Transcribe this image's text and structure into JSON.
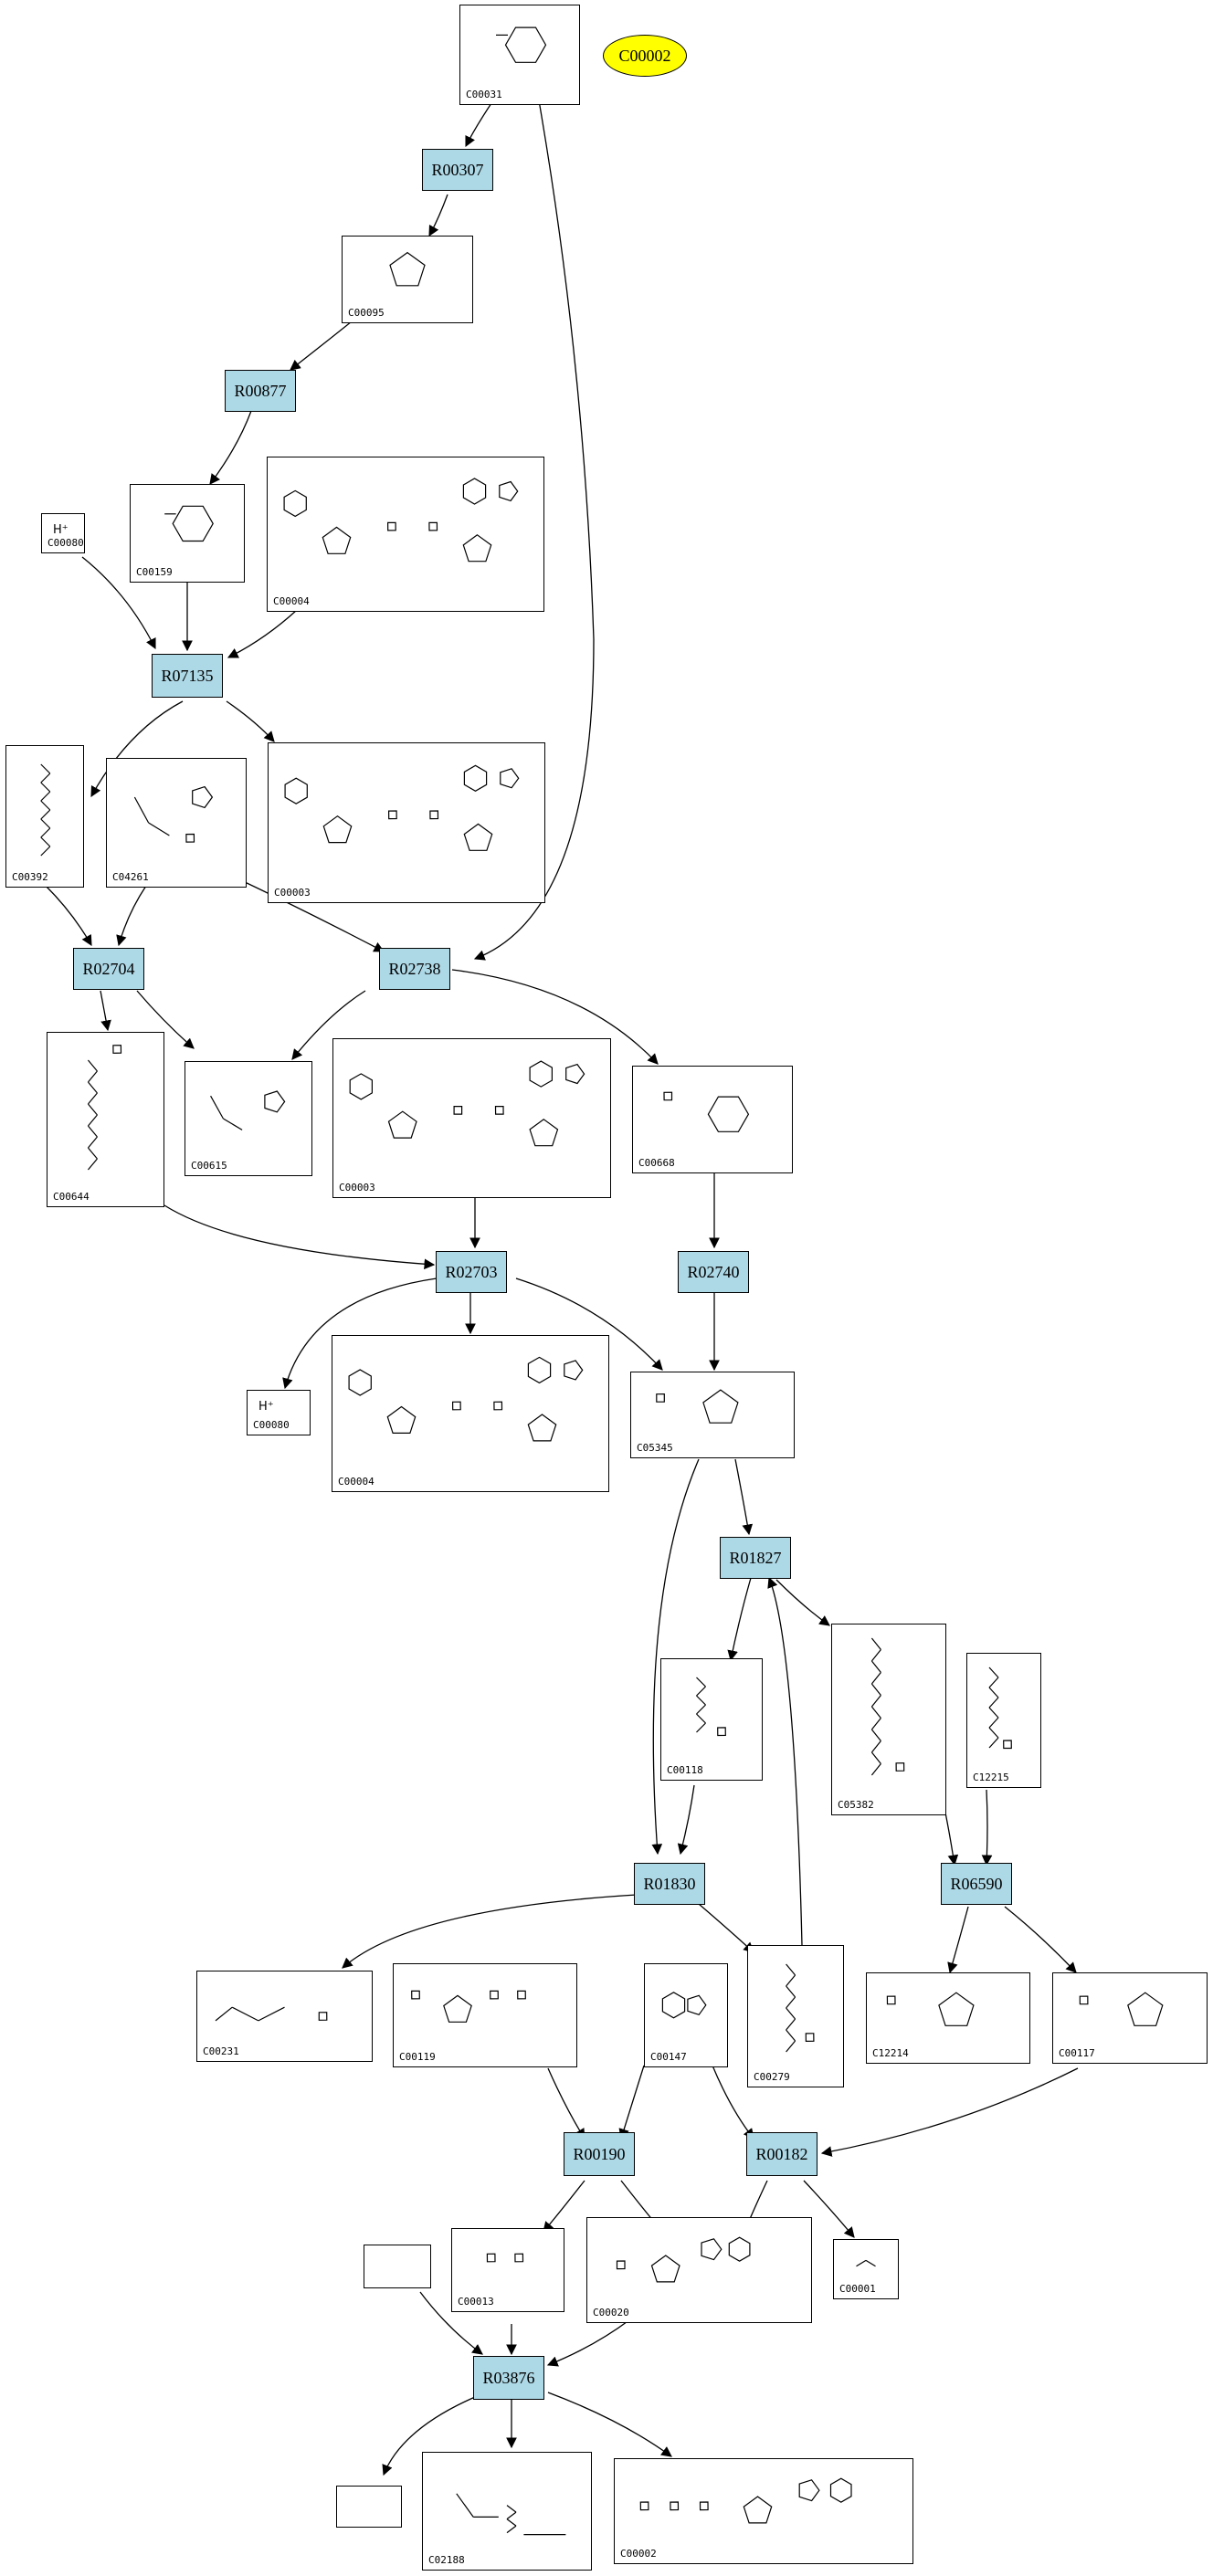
{
  "map_label": "C00002",
  "reactions": [
    {
      "key": "R00307",
      "label": "R00307"
    },
    {
      "key": "R00877",
      "label": "R00877"
    },
    {
      "key": "R07135",
      "label": "R07135"
    },
    {
      "key": "R02704",
      "label": "R02704"
    },
    {
      "key": "R02738",
      "label": "R02738"
    },
    {
      "key": "R02703",
      "label": "R02703"
    },
    {
      "key": "R02740",
      "label": "R02740"
    },
    {
      "key": "R01827",
      "label": "R01827"
    },
    {
      "key": "R01830",
      "label": "R01830"
    },
    {
      "key": "R06590",
      "label": "R06590"
    },
    {
      "key": "R00190",
      "label": "R00190"
    },
    {
      "key": "R00182",
      "label": "R00182"
    },
    {
      "key": "R03876",
      "label": "R03876"
    }
  ],
  "compounds": [
    {
      "key": "c00031",
      "id": "C00031",
      "mol": "pyranose"
    },
    {
      "key": "c00095",
      "id": "C00095",
      "mol": "furanose"
    },
    {
      "key": "c00159",
      "id": "C00159",
      "mol": "pyranose"
    },
    {
      "key": "c00080a",
      "id": "C00080",
      "mol": "proton",
      "text": "H⁺"
    },
    {
      "key": "c00004a",
      "id": "C00004",
      "mol": "nad"
    },
    {
      "key": "c00392",
      "id": "C00392",
      "mol": "mannitol"
    },
    {
      "key": "c04261",
      "id": "C04261",
      "mol": "phosphohis"
    },
    {
      "key": "c00003a",
      "id": "C00003",
      "mol": "nad"
    },
    {
      "key": "c00644",
      "id": "C00644",
      "mol": "m1p"
    },
    {
      "key": "c00615",
      "id": "C00615",
      "mol": "his"
    },
    {
      "key": "c00003b",
      "id": "C00003",
      "mol": "nad"
    },
    {
      "key": "c00668",
      "id": "C00668",
      "mol": "pyranoseP"
    },
    {
      "key": "c00080b",
      "id": "C00080",
      "mol": "proton",
      "text": "H⁺"
    },
    {
      "key": "c00004b",
      "id": "C00004",
      "mol": "nad"
    },
    {
      "key": "c05345",
      "id": "C05345",
      "mol": "furanoseP"
    },
    {
      "key": "c00118",
      "id": "C00118",
      "mol": "g3p"
    },
    {
      "key": "c05382",
      "id": "C05382",
      "mol": "s7p"
    },
    {
      "key": "c12215",
      "id": "C12215",
      "mol": "imine"
    },
    {
      "key": "c00231",
      "id": "C00231",
      "mol": "x5p"
    },
    {
      "key": "c00119",
      "id": "C00119",
      "mol": "prpp"
    },
    {
      "key": "c00147",
      "id": "C00147",
      "mol": "adenine"
    },
    {
      "key": "c00279",
      "id": "C00279",
      "mol": "e4p"
    },
    {
      "key": "c12214",
      "id": "C12214",
      "mol": "furanoseP2"
    },
    {
      "key": "c00117",
      "id": "C00117",
      "mol": "r5p"
    },
    {
      "key": "c00013",
      "id": "C00013",
      "mol": "ppi"
    },
    {
      "key": "c00020",
      "id": "C00020",
      "mol": "amp"
    },
    {
      "key": "c00001",
      "id": "C00001",
      "mol": "water"
    },
    {
      "key": "blank1",
      "id": "",
      "mol": "none"
    },
    {
      "key": "blank2",
      "id": "",
      "mol": "none"
    },
    {
      "key": "c02188",
      "id": "C02188",
      "mol": "lys"
    },
    {
      "key": "c00002",
      "id": "C00002",
      "mol": "atp"
    }
  ],
  "colors": {
    "reaction_fill": "#add8e6",
    "map_fill": "#ffff00",
    "edge": "#000000"
  }
}
